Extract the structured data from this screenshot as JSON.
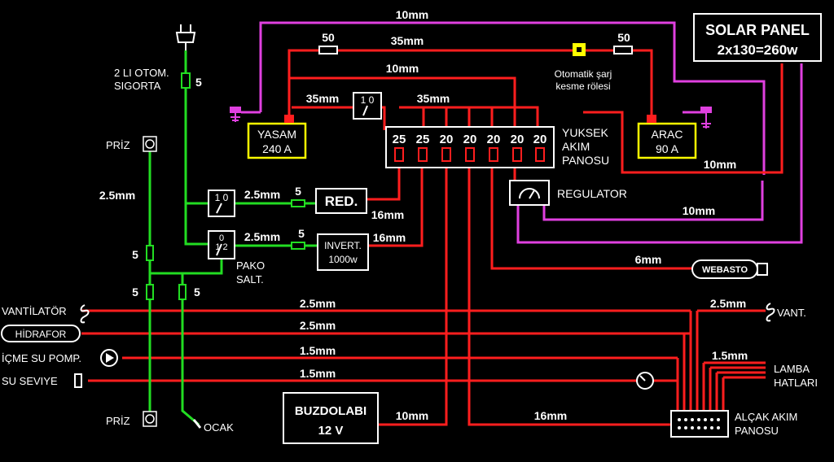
{
  "labels": {
    "solar_panel": "SOLAR PANEL",
    "solar_spec": "2x130=260w",
    "yasam": "YASAM",
    "yasam_cap": "240 A",
    "arac": "ARAC",
    "arac_cap": "90 A",
    "otomatik_1": "Otomatik şarj",
    "otomatik_2": "kesme rölesi",
    "yuksek_1": "YUKSEK",
    "yuksek_2": "AKIM",
    "yuksek_3": "PANOSU",
    "regulator": "REGULATOR",
    "sigorta_1": "2 LI OTOM.",
    "sigorta_2": "SIGORTA",
    "red": "RED.",
    "invert_1": "INVERT.",
    "invert_2": "1000w",
    "pako_1": "PAKO",
    "pako_2": "SALT.",
    "webasto": "WEBASTO",
    "buzdolabi_1": "BUZDOLABI",
    "buzdolabi_2": "12 V",
    "alcak_1": "ALÇAK AKIM",
    "alcak_2": "PANOSU",
    "lamba_1": "LAMBA",
    "lamba_2": "HATLARI",
    "vant": "VANT.",
    "priz_top": "PRİZ",
    "priz_bottom": "PRİZ",
    "ocak": "OCAK",
    "vantilator": "VANTİLATÖR",
    "hidrafor": "HİDRAFOR",
    "icme_su": "İÇME SU POMP.",
    "su_seviye": "SU SEVIYE",
    "switch_10": "1 0",
    "switch_012_top": "0",
    "switch_012_bottom": "1  2"
  },
  "fuses": [
    "25",
    "25",
    "20",
    "20",
    "20",
    "20",
    "20"
  ],
  "wire_labels": {
    "w10mm_top": "10mm",
    "w35mm_top": "35mm",
    "w50_left": "50",
    "w50_right": "50",
    "w10mm_second": "10mm",
    "w35mm_left": "35mm",
    "w35mm_mid": "35mm",
    "w10mm_solar": "10mm",
    "w10mm_reg": "10mm",
    "w16mm_red": "16mm",
    "w16mm_inv": "16mm",
    "w25_red": "2.5mm",
    "w25_inv": "2.5mm",
    "w5_red": "5",
    "w5_inv": "5",
    "w5_sig": "5",
    "w25_green": "2.5mm",
    "w5_g1": "5",
    "w5_g2": "5",
    "w5_g3": "5",
    "w6mm": "6mm",
    "w25_vent": "2.5mm",
    "w25_hid": "2.5mm",
    "w15_icme": "1.5mm",
    "w15_su": "1.5mm",
    "w25_vant": "2.5mm",
    "w15_lamba": "1.5mm",
    "w10mm_buz": "10mm",
    "w16mm_bottom": "16mm"
  },
  "colors": {
    "wire_red": "#ff1e1e",
    "wire_magenta": "#e040e0",
    "wire_green": "#22dd22",
    "battery_border": "#ffff00",
    "background": "#000000"
  }
}
